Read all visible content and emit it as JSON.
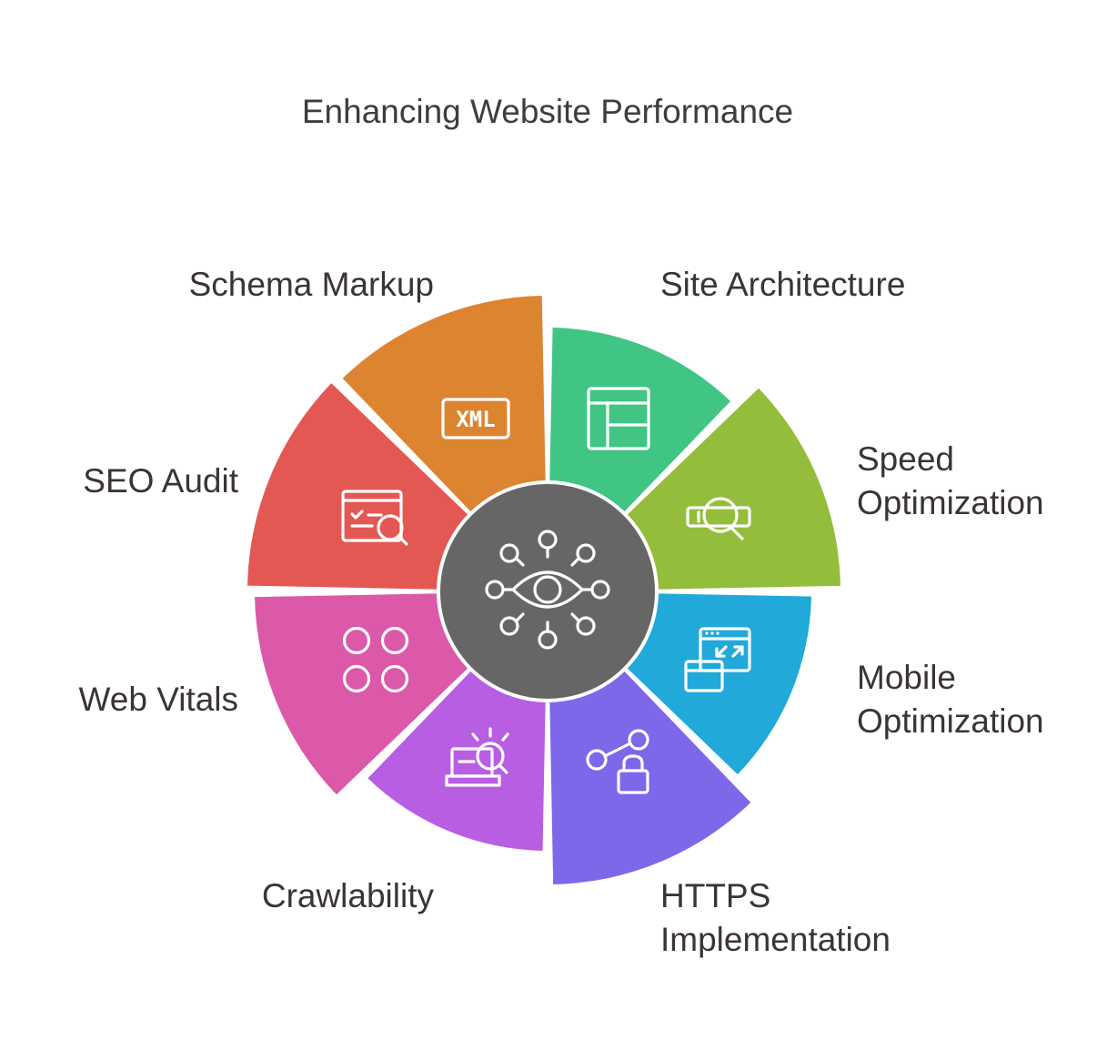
{
  "title": "Enhancing Website Performance",
  "center": {
    "icon": "eye-network-icon",
    "color": "#666666"
  },
  "segments": [
    {
      "label": [
        "Site Architecture"
      ],
      "color": "#40c584",
      "icon": "layout-icon"
    },
    {
      "label": [
        "Speed",
        "Optimization"
      ],
      "color": "#93bd3a",
      "icon": "speed-search-icon"
    },
    {
      "label": [
        "Mobile",
        "Optimization"
      ],
      "color": "#20a9d9",
      "icon": "responsive-windows-icon"
    },
    {
      "label": [
        "HTTPS",
        "Implementation"
      ],
      "color": "#7e67e9",
      "icon": "share-lock-icon"
    },
    {
      "label": [
        "Crawlability"
      ],
      "color": "#b85ee3",
      "icon": "laptop-search-icon"
    },
    {
      "label": [
        "Web Vitals"
      ],
      "color": "#dc58a9",
      "icon": "four-circles-icon"
    },
    {
      "label": [
        "SEO Audit"
      ],
      "color": "#e45853",
      "icon": "checklist-search-icon"
    },
    {
      "label": [
        "Schema Markup"
      ],
      "color": "#dd8430",
      "icon": "xml-icon",
      "icon_text": "XML"
    }
  ]
}
